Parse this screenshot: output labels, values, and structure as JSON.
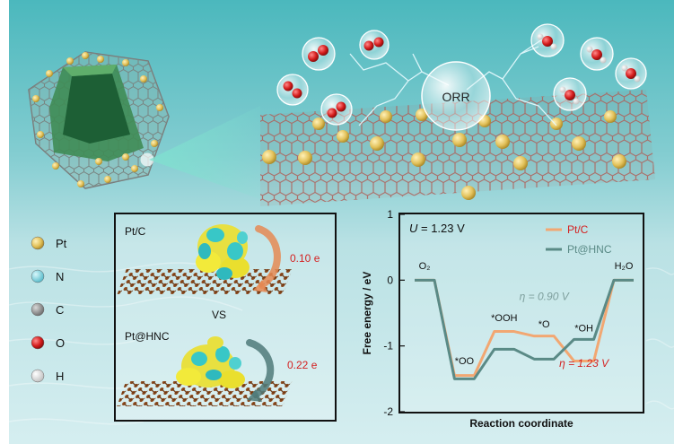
{
  "orr_label": "ORR",
  "legend": [
    {
      "label": "Pt",
      "color": "#e2c15a"
    },
    {
      "label": "N",
      "color": "#7fd9e6"
    },
    {
      "label": "C",
      "color": "#8a8a8a"
    },
    {
      "label": "O",
      "color": "#d41c1c"
    },
    {
      "label": "H",
      "color": "#f2f2f2"
    }
  ],
  "charge_panel": {
    "top_label": "Pt/C",
    "top_value": "0.10 e",
    "vs_label": "VS",
    "bottom_label": "Pt@HNC",
    "bottom_value": "0.22 e",
    "accent_top": "#e58a54",
    "accent_bottom": "#4f7a79",
    "value_color": "#d42222"
  },
  "chart_data": {
    "type": "line",
    "xlabel": "Reaction coordinate",
    "ylabel": "Free energy / eV",
    "ylim": [
      -2,
      1
    ],
    "yticks": [
      1,
      0,
      -1,
      -2
    ],
    "annotation": "U = 1.23 V",
    "categories": [
      "O2",
      "*OO",
      "*OOH",
      "*O",
      "*OH",
      "H2O"
    ],
    "state_labels": [
      {
        "text": "O₂",
        "state": 0,
        "y": 0.17
      },
      {
        "text": "*OO",
        "state": 1,
        "y": -1.28
      },
      {
        "text": "*OOH",
        "state": 2,
        "y": -0.62
      },
      {
        "text": "*O",
        "state": 3,
        "y": -0.72
      },
      {
        "text": "*OH",
        "state": 4,
        "y": -0.78
      },
      {
        "text": "H₂O",
        "state": 5,
        "y": 0.17
      }
    ],
    "series": [
      {
        "name": "Pt/C",
        "color": "#f2a772",
        "values": [
          0,
          -1.45,
          -0.78,
          -0.85,
          -1.23,
          0
        ]
      },
      {
        "name": "Pt@HNC",
        "color": "#5a8a86",
        "values": [
          0,
          -1.5,
          -1.05,
          -1.2,
          -0.9,
          0
        ]
      }
    ],
    "eta": [
      {
        "text": "η = 0.90 V",
        "color": "#7d9e9c",
        "state": 3,
        "y": -0.3
      },
      {
        "text": "η = 1.23 V",
        "color": "#d42222",
        "state": 4,
        "y": -1.32
      }
    ]
  }
}
